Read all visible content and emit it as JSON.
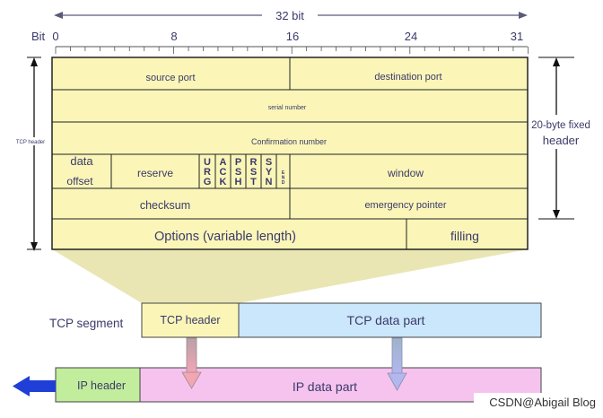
{
  "ruler": {
    "width_label": "32 bit",
    "bit_label": "Bit",
    "ticks": [
      "0",
      "8",
      "16",
      "24",
      "31"
    ]
  },
  "header_table": {
    "row1": {
      "left": "source port",
      "right": "destination port"
    },
    "row2": "serial number",
    "row3": "Confirmation number",
    "row4": {
      "data_line1": "data",
      "data_line2": "offset",
      "reserve": "reserve",
      "flags": [
        "URG",
        "ACK",
        "PSH",
        "RST",
        "SYN",
        "END"
      ],
      "window": "window"
    },
    "row5": {
      "left": "checksum",
      "right": "emergency pointer"
    },
    "row6": {
      "left": "Options (variable length)",
      "right": "filling"
    }
  },
  "side_labels": {
    "left": "TCP header",
    "right_line1": "20-byte fixed",
    "right_line2": "header"
  },
  "segment": {
    "label": "TCP segment",
    "header": "TCP header",
    "data": "TCP data part"
  },
  "packet": {
    "header": "IP header",
    "data": "IP data part"
  },
  "watermark": "CSDN@Abigail Blog",
  "colors": {
    "header_fill": "#fbf6b8",
    "tcp_data_fill": "#cbe7fb",
    "ip_header_fill": "#c2ed9c",
    "ip_data_fill": "#f6c3ee",
    "text": "#3a3a6a",
    "accent_blue": "#1f3fd6"
  }
}
